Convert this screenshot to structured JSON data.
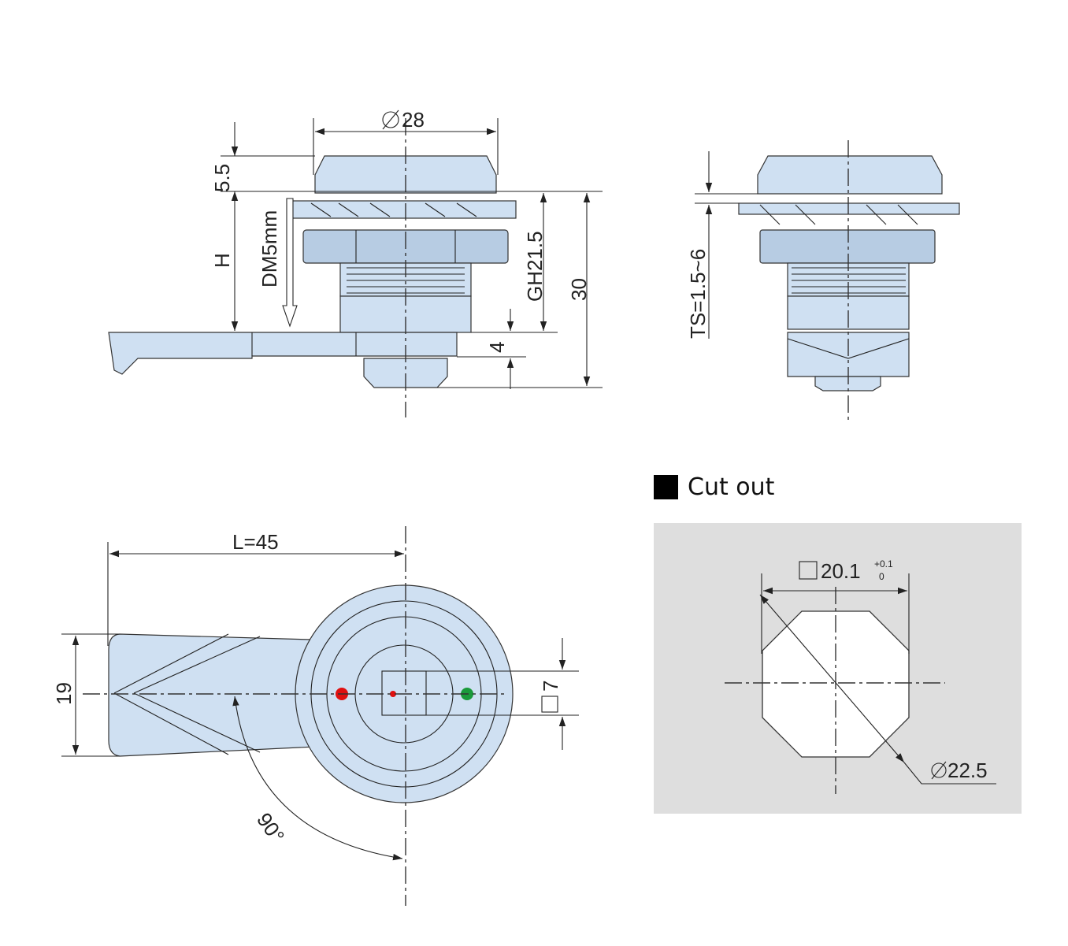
{
  "colors": {
    "part_fill": "#cfe0f2",
    "cutout_bg": "#dedede",
    "indicator_red": "#e01010",
    "indicator_green": "#1a9a3a"
  },
  "side_view": {
    "diameter_label": "28",
    "height_5_5": "5.5",
    "h_label": "H",
    "dm_label": "DM5mm",
    "gh_label": "GH21.5",
    "total_label": "30",
    "four_label": "4"
  },
  "end_view": {
    "ts_label": "TS=1.5~6"
  },
  "front_view": {
    "length_label": "L=45",
    "width_label": "19",
    "square_label": "7",
    "angle_label": "90°"
  },
  "cutout": {
    "title": "Cut out",
    "width_value": "20.1",
    "tol_upper": "+0.1",
    "tol_lower": "0",
    "diameter_value": "22.5"
  }
}
